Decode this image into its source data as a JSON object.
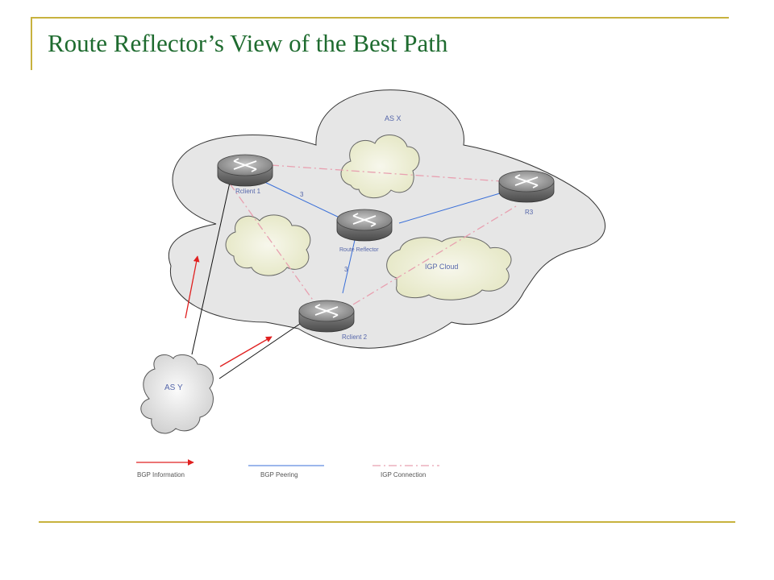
{
  "slide": {
    "title": "Route Reflector’s View of the Best Path"
  },
  "diagram": {
    "clouds": {
      "as_x": "AS X",
      "as_y": "AS Y",
      "igp": "IGP Cloud"
    },
    "routers": {
      "rclient1": "Rclient 1",
      "rclient2": "Rclient 2",
      "route_reflector": "Route Reflector",
      "r3": "R3"
    },
    "link_costs": {
      "rc1_rr": "3",
      "rr_rc2": "3"
    },
    "legend": {
      "bgp_information": "BGP Information",
      "bgp_peering": "BGP Peering",
      "igp_connection": "IGP Connection"
    },
    "colors": {
      "title": "#1e6b2f",
      "frame": "#c8b23e",
      "bgp_information": "#e02020",
      "bgp_peering": "#3a6fd8",
      "igp_connection": "#e8a0b0",
      "as_x_fill": "#e6e6e6",
      "igp_fill": "#eef0d6"
    }
  }
}
